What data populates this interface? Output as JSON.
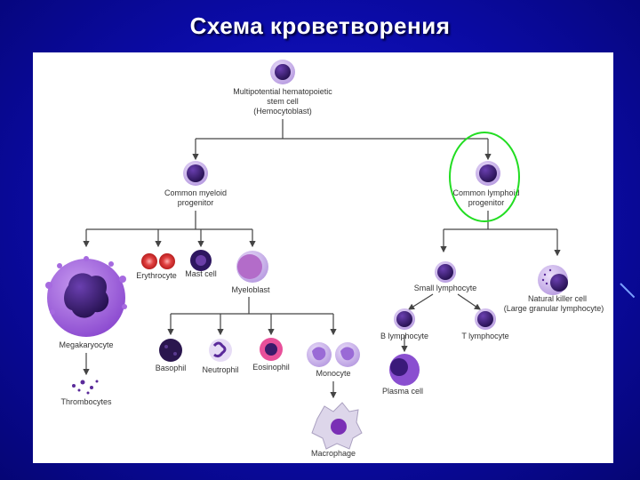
{
  "slide": {
    "title": "Схема кроветворения"
  },
  "diagram": {
    "stem_cell": {
      "line1": "Multipotential hematopoietic",
      "line2": "stem cell",
      "line3": "(Hemocytoblast)"
    },
    "myeloid_progenitor": {
      "line1": "Common myeloid",
      "line2": "progenitor"
    },
    "lymphoid_progenitor": {
      "line1": "Common lymphoid",
      "line2": "progenitor"
    },
    "megakaryocyte": "Megakaryocyte",
    "thrombocytes": "Thrombocytes",
    "erythrocyte": "Erythrocyte",
    "mast_cell": "Mast cell",
    "myeloblast": "Myeloblast",
    "basophil": "Basophil",
    "neutrophil": "Neutrophil",
    "eosinophil": "Eosinophil",
    "monocyte": "Monocyte",
    "macrophage": "Macrophage",
    "small_lymphocyte": "Small lymphocyte",
    "nk_cell": {
      "line1": "Natural killer cell",
      "line2": "(Large granular lymphocyte)"
    },
    "b_lymphocyte": "B lymphocyte",
    "t_lymphocyte": "T lymphocyte",
    "plasma_cell": "Plasma cell"
  },
  "colors": {
    "highlight_circle": "#22dd22",
    "nucleus": "#3a1a7a",
    "cytoplasm": "#c9b2e8",
    "megakaryocyte": "#9b5fd6"
  }
}
